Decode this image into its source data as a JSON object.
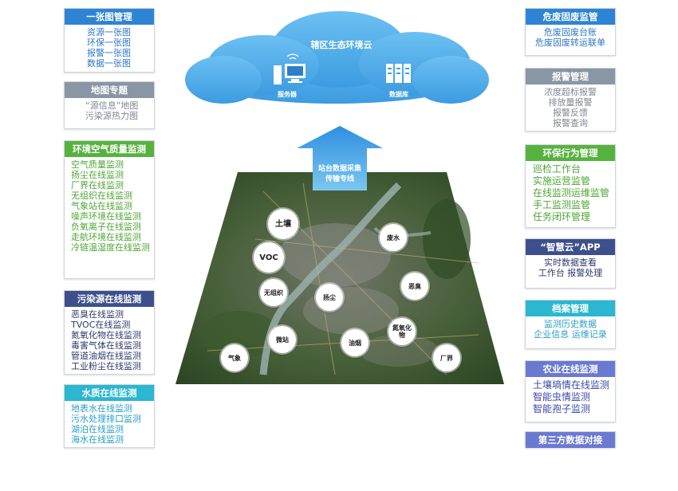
{
  "cloud": {
    "title": "辖区生态环境云",
    "server_label": "服务器",
    "database_label": "数据库"
  },
  "arrow": {
    "line1": "站台数据采集",
    "line2": "传输专线"
  },
  "map_points": [
    "土壤",
    "废水",
    "VOC",
    "恶臭",
    "无组织",
    "扬尘",
    "微站",
    "油烟",
    "氮氧化物",
    "气象",
    "厂界"
  ],
  "left": [
    {
      "title": "一张图管理",
      "items": [
        "资源一张图",
        "环保一张图",
        "报警一张图",
        "数据一张图"
      ]
    },
    {
      "title": "地图专题",
      "items": [
        "“源信息”地图",
        "污染源热力图"
      ]
    },
    {
      "title": "环境空气质量监测",
      "items": [
        "空气质量监测",
        "扬尘在线监测",
        "厂界在线监测",
        "无组织在线监测",
        "气象站在线监测",
        "噪声环境在线监测",
        "负氧离子在线监测",
        "走航环境在线监测",
        "冷链温湿度在线监测"
      ]
    },
    {
      "title": "污染源在线监测",
      "items": [
        "恶臭在线监测",
        "TVOC在线监测",
        "氮氧化物在线监测",
        "毒害气体在线监测",
        "管道油烟在线监测",
        "工业粉尘在线监测"
      ]
    },
    {
      "title": "水质在线监测",
      "items": [
        "地表水在线监测",
        "污水处理排口监测",
        "湖泊在线监测",
        "海水在线监测"
      ]
    }
  ],
  "right": [
    {
      "title": "危废固废监管",
      "items": [
        "危废固废台账",
        "危废固废转运联单"
      ]
    },
    {
      "title": "报警管理",
      "items": [
        "浓度超标报警",
        "排放量报警",
        "报警反馈",
        "报警查询"
      ]
    },
    {
      "title": "环保行为管理",
      "items": [
        "巡检工作台",
        "实施运营监管",
        "在线监测运维监管",
        "手工监测监管",
        "任务闭环管理"
      ]
    },
    {
      "title": "“智慧云”APP",
      "items": [
        "实时数据查看",
        "工作台  报警处理"
      ]
    },
    {
      "title": "档案管理",
      "items": [
        "监测历史数据",
        "企业信息  运维记录"
      ]
    },
    {
      "title": "农业在线监测",
      "items": [
        "土壤墒情在线监测",
        "智能虫情监测",
        "智能孢子监测"
      ]
    },
    {
      "title": "第三方数据对接",
      "items": []
    }
  ],
  "colors": {
    "cloud": "#4aa8e6",
    "arrow": "#3f9fe2",
    "map_dark": "#2f4a26",
    "river": "#8fa7a4"
  }
}
